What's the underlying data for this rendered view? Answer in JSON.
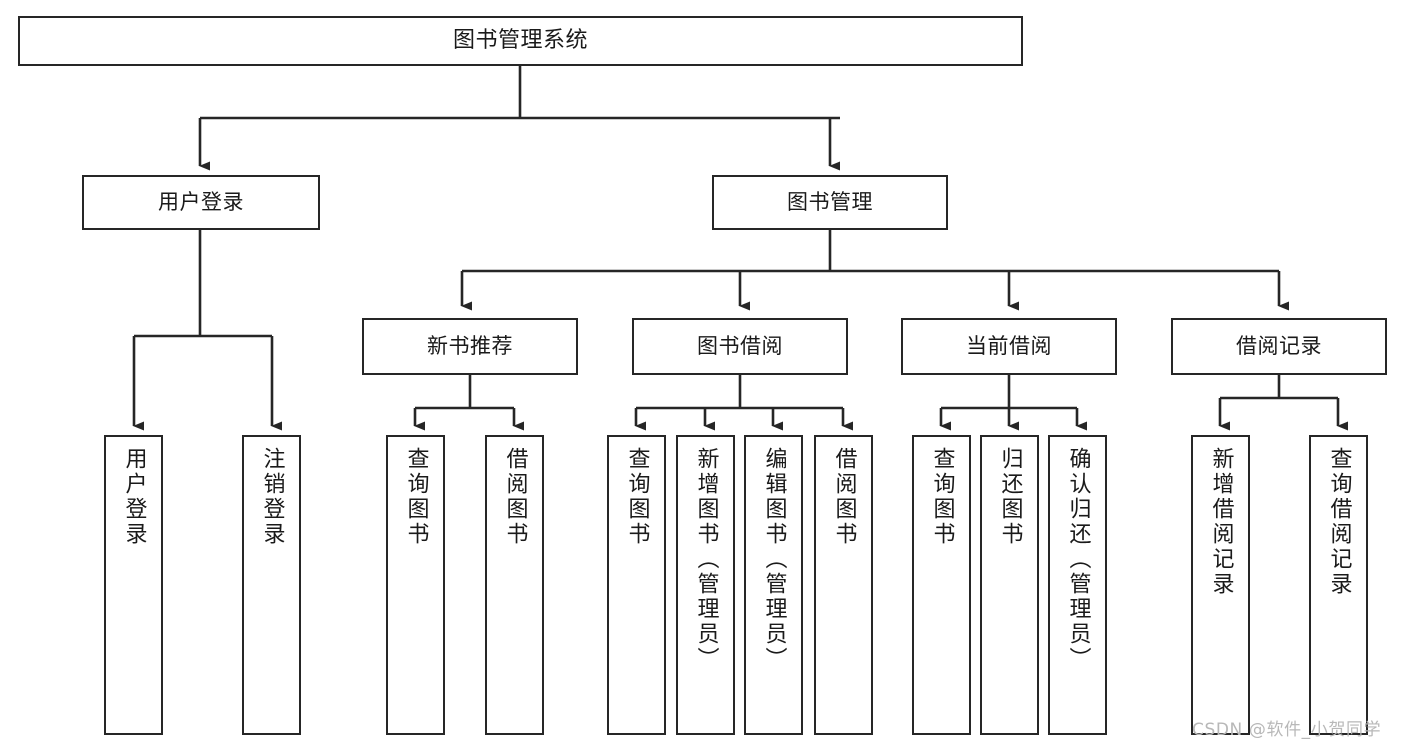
{
  "diagram": {
    "title": "图书管理系统",
    "type": "hierarchy-tree",
    "root": {
      "label": "图书管理系统"
    },
    "level2": [
      {
        "label": "用户登录"
      },
      {
        "label": "图书管理"
      }
    ],
    "level3": [
      {
        "label": "新书推荐"
      },
      {
        "label": "图书借阅"
      },
      {
        "label": "当前借阅"
      },
      {
        "label": "借阅记录"
      }
    ],
    "leaves": {
      "user_login": [
        {
          "label": "用户登录"
        },
        {
          "label": "注销登录"
        }
      ],
      "new_book": [
        {
          "label": "查询图书"
        },
        {
          "label": "借阅图书"
        }
      ],
      "book_borrow": [
        {
          "label": "查询图书"
        },
        {
          "label": "新增图书（管理员）"
        },
        {
          "label": "编辑图书（管理员）"
        },
        {
          "label": "借阅图书"
        }
      ],
      "current_borrow": [
        {
          "label": "查询图书"
        },
        {
          "label": "归还图书"
        },
        {
          "label": "确认归还（管理员）"
        }
      ],
      "borrow_record": [
        {
          "label": "新增借阅记录"
        },
        {
          "label": "查询借阅记录"
        }
      ]
    }
  },
  "watermark": {
    "text": "CSDN @软件_小贺同学"
  },
  "colors": {
    "stroke": "#262626",
    "fill": "#ffffff",
    "text": "#1a1a1a",
    "watermark": "#b8b8b8"
  }
}
